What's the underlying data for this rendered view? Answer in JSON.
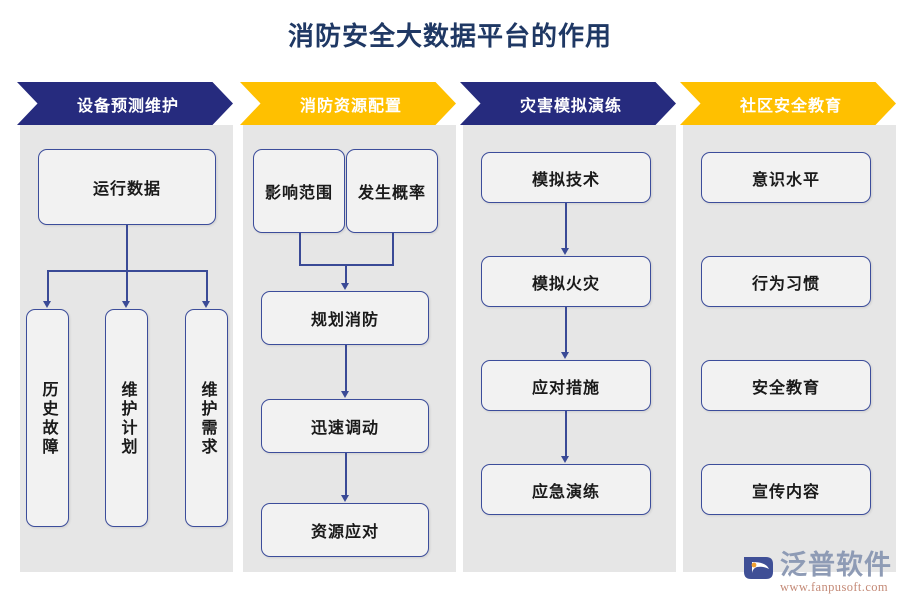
{
  "page": {
    "title": "消防安全大数据平台的作用",
    "title_color": "#1F3864",
    "background": "#FFFFFF"
  },
  "theme": {
    "navy": "#262B7E",
    "gold": "#FFC000",
    "panel_gray": "#E6E6E6",
    "node_fill": "#F2F2F2",
    "node_border": "#3C4D9B",
    "connector": "#3A4A96"
  },
  "columns": [
    {
      "header": "设备预测维护",
      "header_color": "navy",
      "nodes": [
        {
          "label": "运行数据",
          "orientation": "horizontal"
        },
        {
          "label": "历史故障",
          "orientation": "vertical"
        },
        {
          "label": "维护计划",
          "orientation": "vertical"
        },
        {
          "label": "维护需求",
          "orientation": "vertical"
        }
      ],
      "flow": "one-to-three-branch"
    },
    {
      "header": "消防资源配置",
      "header_color": "gold",
      "nodes": [
        {
          "label": "影响范围",
          "orientation": "horizontal"
        },
        {
          "label": "发生概率",
          "orientation": "horizontal"
        },
        {
          "label": "规划消防",
          "orientation": "horizontal"
        },
        {
          "label": "迅速调动",
          "orientation": "horizontal"
        },
        {
          "label": "资源应对",
          "orientation": "horizontal"
        }
      ],
      "flow": "two-merge-then-chain"
    },
    {
      "header": "灾害模拟演练",
      "header_color": "navy",
      "nodes": [
        {
          "label": "模拟技术",
          "orientation": "horizontal"
        },
        {
          "label": "模拟火灾",
          "orientation": "horizontal"
        },
        {
          "label": "应对措施",
          "orientation": "horizontal"
        },
        {
          "label": "应急演练",
          "orientation": "horizontal"
        }
      ],
      "flow": "vertical-chain"
    },
    {
      "header": "社区安全教育",
      "header_color": "gold",
      "nodes": [
        {
          "label": "意识水平",
          "orientation": "horizontal"
        },
        {
          "label": "行为习惯",
          "orientation": "horizontal"
        },
        {
          "label": "安全教育",
          "orientation": "horizontal"
        },
        {
          "label": "宣传内容",
          "orientation": "horizontal"
        }
      ],
      "flow": "stacked-no-connector"
    }
  ],
  "logo": {
    "name": "泛普软件",
    "url": "www.fanpusoft.com"
  }
}
